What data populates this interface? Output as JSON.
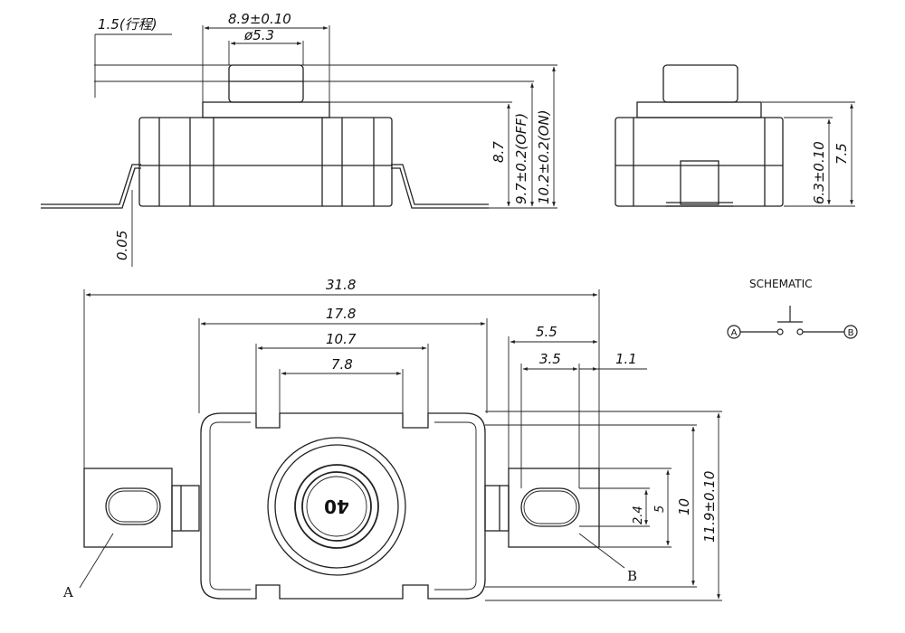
{
  "drawing": {
    "side_view": {
      "travel": "1.5(行程)",
      "cap_width": "8.9±0.10",
      "plunger_dia": "ø5.3",
      "lead_thickness": "0.05",
      "h_body": "8.7",
      "h_off": "9.7±0.2(OFF)",
      "h_on": "10.2±0.2(ON)"
    },
    "end_view": {
      "h_body": "6.3±0.10",
      "h_total": "7.5"
    },
    "top_view": {
      "overall_length": "31.8",
      "body_length": "17.8",
      "slot_outer": "10.7",
      "slot_inner": "7.8",
      "tab_width": "5.5",
      "hole_width": "3.5",
      "hole_offset": "1.1",
      "hole_slot_height": "2.4",
      "tab_inner": "5",
      "tab_height": "10",
      "body_height": "11.9±0.10",
      "marking": "40",
      "terminal_a": "A",
      "terminal_b": "B"
    },
    "schematic": {
      "title": "SCHEMATIC",
      "node_a": "A",
      "node_b": "B"
    }
  }
}
